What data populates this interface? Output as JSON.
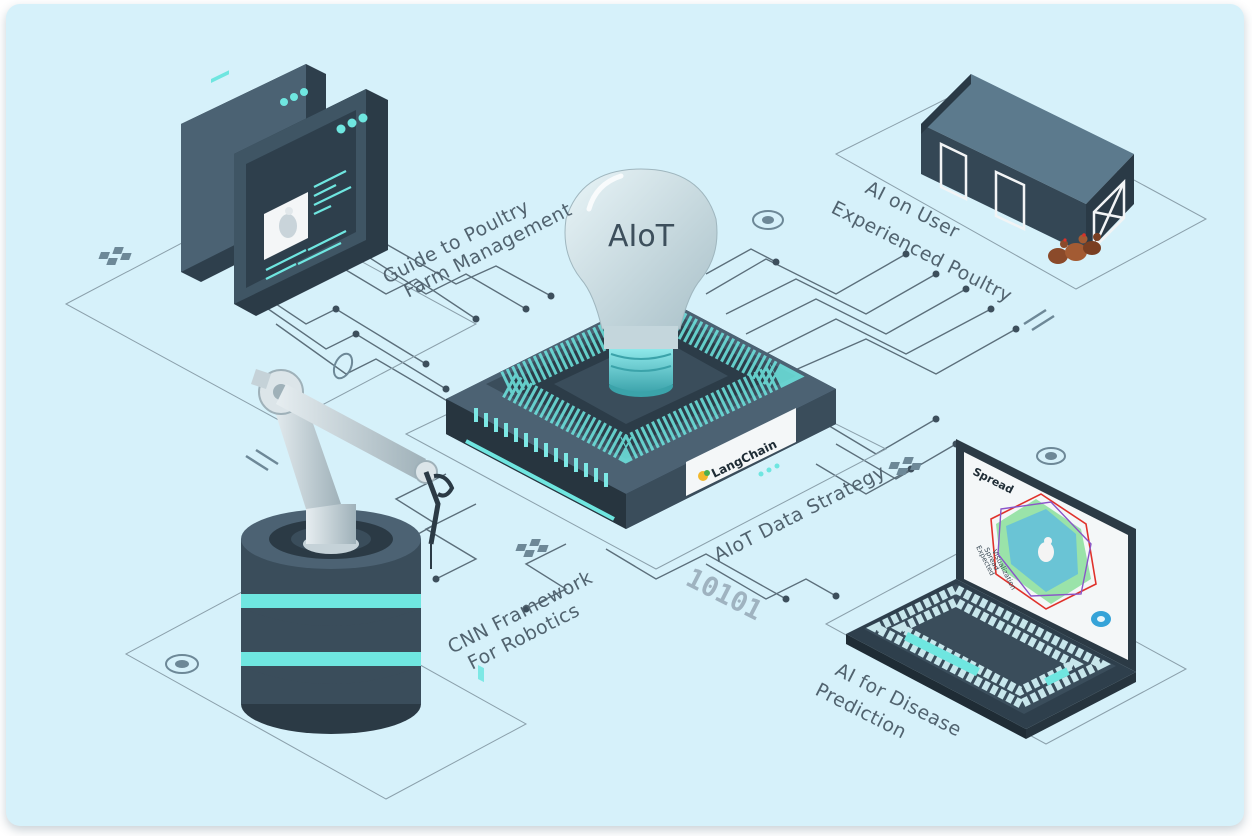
{
  "diagram": {
    "center_label": "AIoT",
    "brand_label": "LangChain",
    "binary_text": "10101",
    "nodes": [
      {
        "id": "guide",
        "lines": [
          "Guide to Poultry",
          "Farm Management"
        ],
        "icon": "browser-windows-icon"
      },
      {
        "id": "user_poultry",
        "lines": [
          "AI on User",
          "Experienced Poultry"
        ],
        "icon": "barn-icon"
      },
      {
        "id": "data_strategy",
        "lines": [
          "AIoT Data Strategy"
        ],
        "icon": "chip-icon"
      },
      {
        "id": "cnn",
        "lines": [
          "CNN Framework",
          "For Robotics"
        ],
        "icon": "robot-arm-icon"
      },
      {
        "id": "disease",
        "lines": [
          "AI for Disease",
          "Prediction"
        ],
        "icon": "laptop-icon"
      }
    ],
    "laptop_screen": {
      "title": "Spread",
      "legend": [
        "Expected",
        "Spread",
        "Visualization"
      ]
    }
  },
  "colors": {
    "background": "#d6f1fa",
    "dark_navy": "#3a4d5c",
    "teal_accent": "#5fe3dc",
    "line": "#5c6f7b"
  }
}
